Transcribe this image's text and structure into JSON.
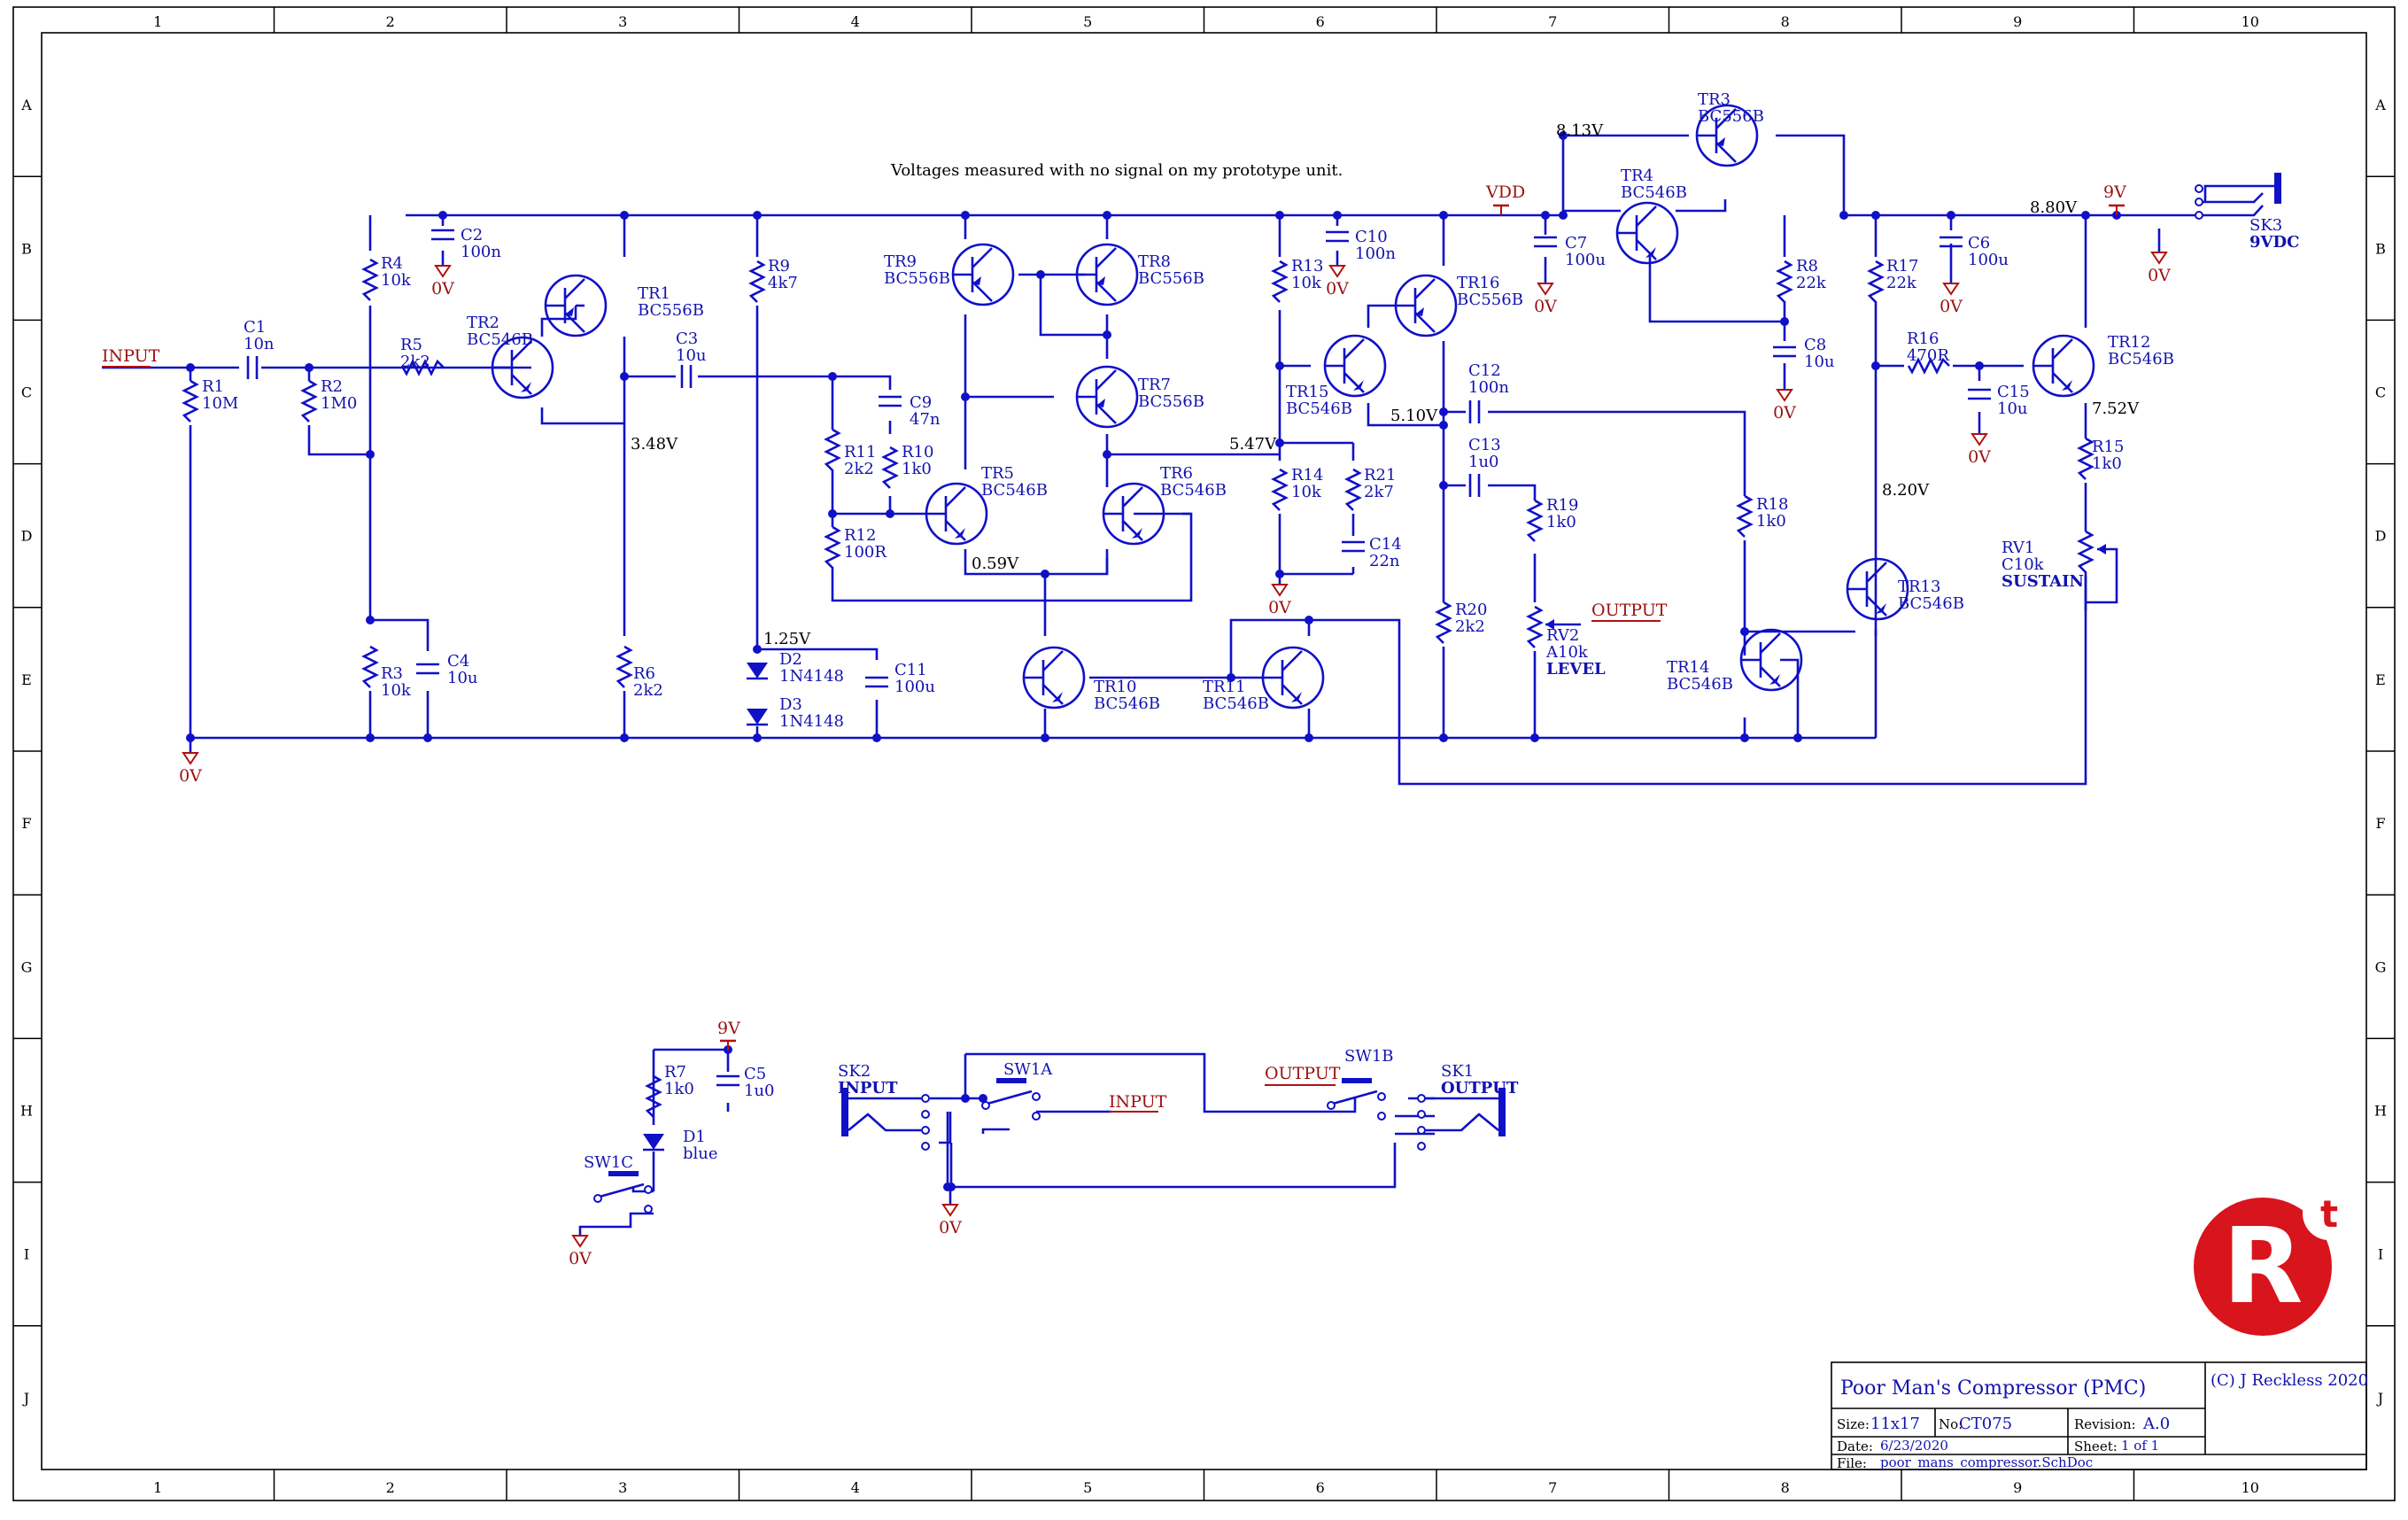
{
  "sheet": {
    "columns": [
      "1",
      "2",
      "3",
      "4",
      "5",
      "6",
      "7",
      "8",
      "9",
      "10"
    ],
    "rows": [
      "A",
      "B",
      "C",
      "D",
      "E",
      "F",
      "G",
      "H",
      "I",
      "J"
    ]
  },
  "note": "Voltages measured with no signal on my prototype unit.",
  "voltages": {
    "v_813": "8.13V",
    "v_880": "8.80V",
    "v_348": "3.48V",
    "v_547": "5.47V",
    "v_510": "5.10V",
    "v_059": "0.59V",
    "v_125": "1.25V",
    "v_820": "8.20V",
    "v_752": "7.52V"
  },
  "nets": {
    "input": "INPUT",
    "output": "OUTPUT",
    "vdd": "VDD",
    "nine_v": "9V",
    "zero_v": "0V"
  },
  "components": {
    "R1": {
      "ref": "R1",
      "value": "10M"
    },
    "R2": {
      "ref": "R2",
      "value": "1M0"
    },
    "R3": {
      "ref": "R3",
      "value": "10k"
    },
    "R4": {
      "ref": "R4",
      "value": "10k"
    },
    "R5": {
      "ref": "R5",
      "value": "2k2"
    },
    "R6": {
      "ref": "R6",
      "value": "2k2"
    },
    "R7": {
      "ref": "R7",
      "value": "1k0"
    },
    "R8": {
      "ref": "R8",
      "value": "22k"
    },
    "R9": {
      "ref": "R9",
      "value": "4k7"
    },
    "R10": {
      "ref": "R10",
      "value": "1k0"
    },
    "R11": {
      "ref": "R11",
      "value": "2k2"
    },
    "R12": {
      "ref": "R12",
      "value": "100R"
    },
    "R13": {
      "ref": "R13",
      "value": "10k"
    },
    "R14": {
      "ref": "R14",
      "value": "10k"
    },
    "R15": {
      "ref": "R15",
      "value": "1k0"
    },
    "R16": {
      "ref": "R16",
      "value": "470R"
    },
    "R17": {
      "ref": "R17",
      "value": "22k"
    },
    "R18": {
      "ref": "R18",
      "value": "1k0"
    },
    "R19": {
      "ref": "R19",
      "value": "1k0"
    },
    "R20": {
      "ref": "R20",
      "value": "2k2"
    },
    "R21": {
      "ref": "R21",
      "value": "2k7"
    },
    "C1": {
      "ref": "C1",
      "value": "10n"
    },
    "C2": {
      "ref": "C2",
      "value": "100n"
    },
    "C3": {
      "ref": "C3",
      "value": "10u"
    },
    "C4": {
      "ref": "C4",
      "value": "10u"
    },
    "C5": {
      "ref": "C5",
      "value": "1u0"
    },
    "C6": {
      "ref": "C6",
      "value": "100u"
    },
    "C7": {
      "ref": "C7",
      "value": "100u"
    },
    "C8": {
      "ref": "C8",
      "value": "10u"
    },
    "C9": {
      "ref": "C9",
      "value": "47n"
    },
    "C10": {
      "ref": "C10",
      "value": "100n"
    },
    "C11": {
      "ref": "C11",
      "value": "100u"
    },
    "C12": {
      "ref": "C12",
      "value": "100n"
    },
    "C13": {
      "ref": "C13",
      "value": "1u0"
    },
    "C14": {
      "ref": "C14",
      "value": "22n"
    },
    "C15": {
      "ref": "C15",
      "value": "10u"
    },
    "TR1": {
      "ref": "TR1",
      "value": "BC556B"
    },
    "TR2": {
      "ref": "TR2",
      "value": "BC546B"
    },
    "TR3": {
      "ref": "TR3",
      "value": "BC556B"
    },
    "TR4": {
      "ref": "TR4",
      "value": "BC546B"
    },
    "TR5": {
      "ref": "TR5",
      "value": "BC546B"
    },
    "TR6": {
      "ref": "TR6",
      "value": "BC546B"
    },
    "TR7": {
      "ref": "TR7",
      "value": "BC556B"
    },
    "TR8": {
      "ref": "TR8",
      "value": "BC556B"
    },
    "TR9": {
      "ref": "TR9",
      "value": "BC556B"
    },
    "TR10": {
      "ref": "TR10",
      "value": "BC546B"
    },
    "TR11": {
      "ref": "TR11",
      "value": "BC546B"
    },
    "TR12": {
      "ref": "TR12",
      "value": "BC546B"
    },
    "TR13": {
      "ref": "TR13",
      "value": "BC546B"
    },
    "TR14": {
      "ref": "TR14",
      "value": "BC546B"
    },
    "TR15": {
      "ref": "TR15",
      "value": "BC546B"
    },
    "TR16": {
      "ref": "TR16",
      "value": "BC556B"
    },
    "D1": {
      "ref": "D1",
      "value": "blue"
    },
    "D2": {
      "ref": "D2",
      "value": "1N4148"
    },
    "D3": {
      "ref": "D3",
      "value": "1N4148"
    },
    "RV1": {
      "ref": "RV1",
      "value": "C10k",
      "label": "SUSTAIN"
    },
    "RV2": {
      "ref": "RV2",
      "value": "A10k",
      "label": "LEVEL"
    },
    "SK1": {
      "ref": "SK1",
      "label": "OUTPUT"
    },
    "SK2": {
      "ref": "SK2",
      "label": "INPUT"
    },
    "SK3": {
      "ref": "SK3",
      "label": "9VDC"
    },
    "SW1A": {
      "ref": "SW1A"
    },
    "SW1B": {
      "ref": "SW1B"
    },
    "SW1C": {
      "ref": "SW1C"
    }
  },
  "title_block": {
    "title": "Poor Man's Compressor (PMC)",
    "copyright": "(C) J Reckless 2020",
    "size_label": "Size:",
    "size": "11x17",
    "no_label": "No:",
    "number": "CT075",
    "revision_label": "Revision:",
    "revision": "A.0",
    "date_label": "Date:",
    "date": "6/23/2020",
    "sheet_label": "Sheet:",
    "sheet": "1  of   1",
    "file_label": "File:",
    "file": "poor_mans_compressor.SchDoc"
  },
  "logo": {
    "letter": "R",
    "superscript": "t",
    "color": "#d8141c"
  },
  "colors": {
    "wire": "#1010c8",
    "text": "#1212b0",
    "net_label": "#9a1010",
    "border": "#000000"
  }
}
